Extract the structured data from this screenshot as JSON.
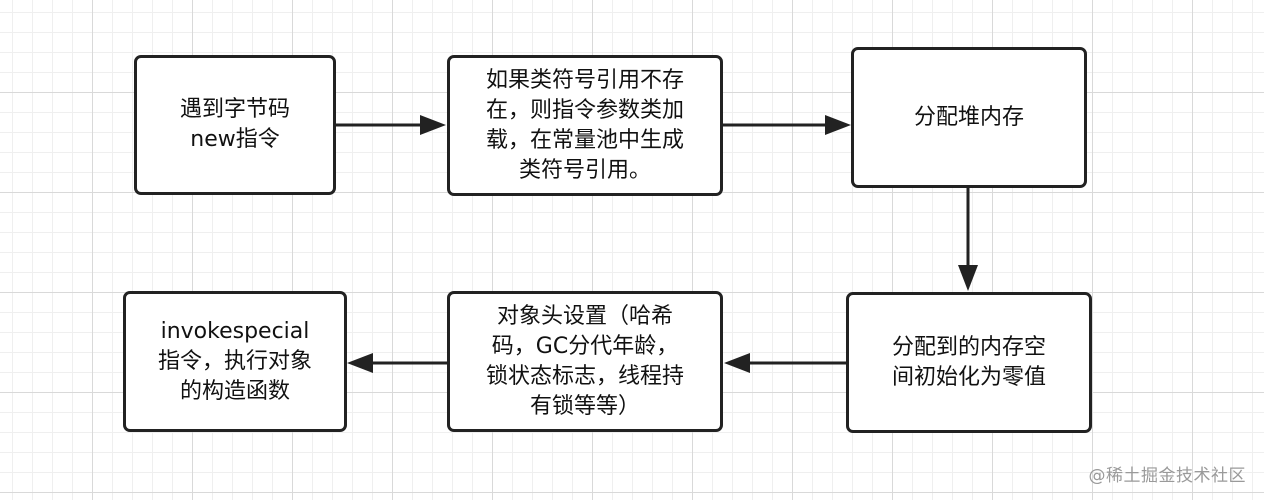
{
  "diagram": {
    "nodes": [
      {
        "id": "n1",
        "text": "遇到字节码\nnew指令"
      },
      {
        "id": "n2",
        "text": "如果类符号引用不存\n在，则指令参数类加\n载，在常量池中生成\n类符号引用。"
      },
      {
        "id": "n3",
        "text": "分配堆内存"
      },
      {
        "id": "n4",
        "text": "分配到的内存空\n间初始化为零值"
      },
      {
        "id": "n5",
        "text": "对象头设置（哈希\n码，GC分代年龄，\n锁状态标志，线程持\n有锁等等）"
      },
      {
        "id": "n6",
        "text": "invokespecial\n指令，执行对象\n的构造函数"
      }
    ],
    "edges": [
      {
        "from": "n1",
        "to": "n2"
      },
      {
        "from": "n2",
        "to": "n3"
      },
      {
        "from": "n3",
        "to": "n4"
      },
      {
        "from": "n4",
        "to": "n5"
      },
      {
        "from": "n5",
        "to": "n6"
      }
    ],
    "colors": {
      "stroke": "#222222",
      "node_fill": "#ffffff",
      "grid_major": "#d9d9d9",
      "grid_minor": "#efefef",
      "watermark": "#9a9a9a"
    }
  },
  "watermark": {
    "text": "@稀土掘金技术社区"
  }
}
